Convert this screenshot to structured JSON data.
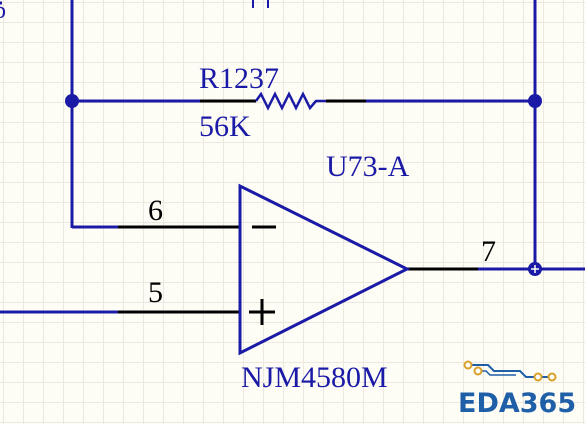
{
  "component": {
    "designator": "U73-A",
    "part_number": "NJM4580M",
    "inverting_pin": "6",
    "noninverting_pin": "5",
    "output_pin": "7",
    "minus_symbol": "−",
    "plus_symbol": "+"
  },
  "resistor": {
    "designator": "R1237",
    "value": "56K"
  },
  "colors": {
    "wire": "#1a1aa6",
    "pin_line": "#000000",
    "text": "#1a1aa6",
    "pin_number": "#000000",
    "logo_text": "#1f5fa8",
    "logo_trace": "#d9a12b"
  },
  "logo": {
    "text": "EDA365"
  }
}
